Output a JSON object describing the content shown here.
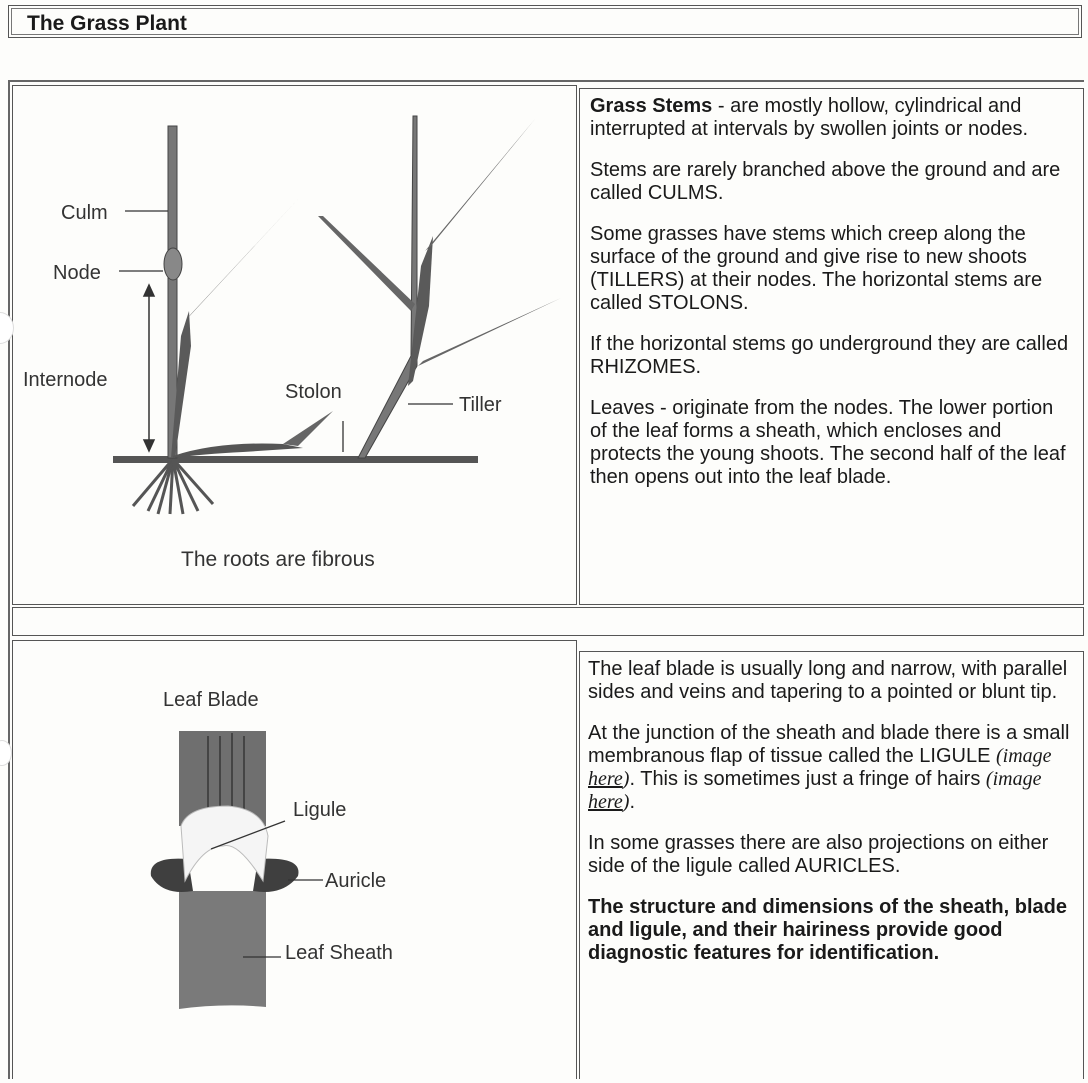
{
  "header": {
    "title": "The Grass Plant"
  },
  "section1": {
    "diagram": {
      "labels": {
        "culm": "Culm",
        "node": "Node",
        "internode": "Internode",
        "stolon": "Stolon",
        "tiller": "Tiller"
      },
      "caption": "The roots are fibrous"
    },
    "text": {
      "p1_bold": "Grass Stems",
      "p1_rest": " -  are mostly hollow, cylindrical and interrupted at intervals by swollen joints or nodes.",
      "p2": "Stems are rarely branched above the ground and are called CULMS.",
      "p3": "Some grasses have stems which creep along the surface of the ground and give rise to new  shoots (TILLERS) at their nodes. The horizontal stems are called STOLONS.",
      "p4": "If the horizontal stems go underground they are called RHIZOMES.",
      "p5": "Leaves - originate from the nodes.  The lower portion of the leaf forms a sheath, which encloses and protects the young shoots. The second half of the leaf then opens out into the leaf blade."
    }
  },
  "section2": {
    "diagram": {
      "labels": {
        "leaf_blade": "Leaf Blade",
        "ligule": "Ligule",
        "auricle": "Auricle",
        "leaf_sheath": "Leaf Sheath"
      }
    },
    "text": {
      "p1": "The leaf blade is usually long and narrow, with parallel sides and veins and tapering to a pointed or blunt tip.",
      "p2_a": "At the junction of the sheath and blade there is a small membranous flap of tissue called the LIGULE ",
      "p2_img1_pre": "(image ",
      "p2_img1_link": "here",
      "p2_img1_post": ")",
      "p2_b": ". This is sometimes just a fringe of hairs ",
      "p2_img2_pre": "(image ",
      "p2_img2_link": "here",
      "p2_img2_post": ")",
      "p2_c": ".",
      "p3": "In some grasses there are also projections on either side of the ligule called AURICLES.",
      "p4": "The structure and dimensions of the sheath, blade and ligule, and their hairiness provide good diagnostic features for identification."
    }
  }
}
